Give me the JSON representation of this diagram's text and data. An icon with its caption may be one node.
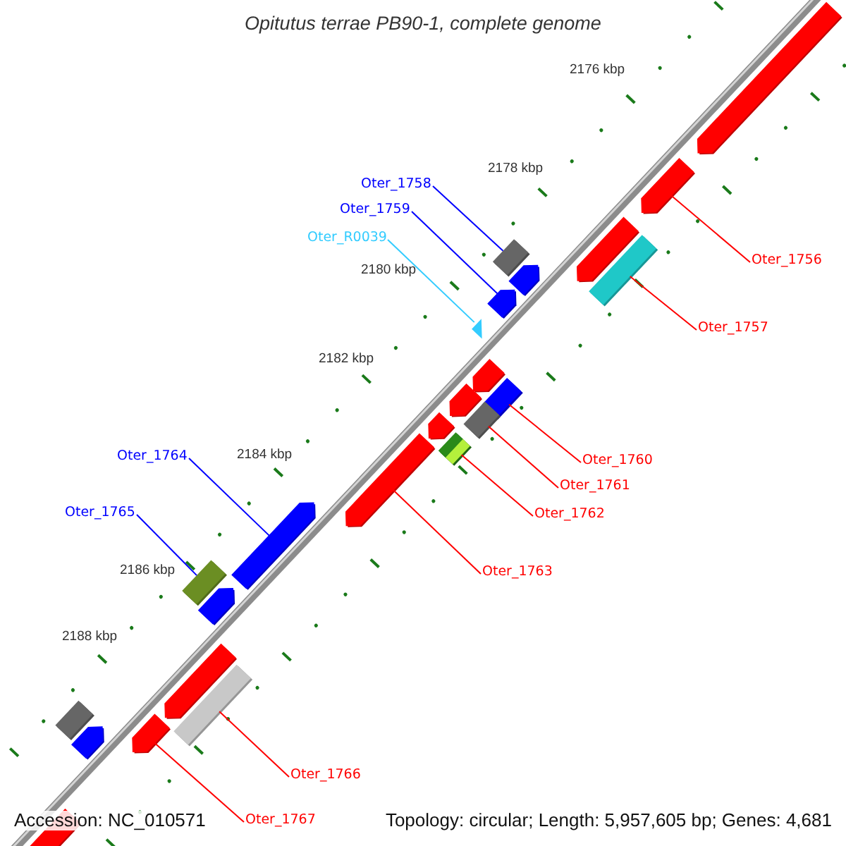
{
  "diagram": {
    "title": "Opitutus terrae PB90-1, complete genome",
    "nodes": [
      {
        "text": [
          "Oter_1758"
        ]
      },
      {
        "text": [
          "Oter_1759"
        ]
      },
      {
        "text": [
          "Oter_R0039"
        ]
      },
      {
        "text": [
          "Oter_1756"
        ]
      },
      {
        "text": [
          "Oter_1757"
        ]
      },
      {
        "text": [
          "Oter_1764"
        ]
      },
      {
        "text": [
          "Oter_1760"
        ]
      },
      {
        "text": [
          "Oter_1761"
        ]
      },
      {
        "text": [
          "Oter_1765"
        ]
      },
      {
        "text": [
          "Oter_1762"
        ]
      },
      {
        "text": [
          "Oter_1763"
        ]
      },
      {
        "text": [
          "Oter_1766"
        ]
      },
      {
        "text": [
          "Oter_1767"
        ]
      },
      {
        "text": [],
        "shape": "arrow"
      },
      {
        "text": [],
        "shape": "arrow"
      },
      {
        "text": [],
        "shape": "arrow"
      },
      {
        "text": [],
        "shape": "bar"
      },
      {
        "text": [],
        "shape": "bar"
      },
      {
        "text": [],
        "shape": "arrow"
      },
      {
        "text": [],
        "shape": "arrow"
      },
      {
        "text": [],
        "shape": "triangle"
      },
      {
        "text": [],
        "shape": "arrow"
      },
      {
        "text": [],
        "shape": "bar"
      },
      {
        "text": [],
        "shape": "arrow"
      },
      {
        "text": [],
        "shape": "bar"
      },
      {
        "text": [],
        "shape": "arrow"
      },
      {
        "text": [],
        "shape": "bar"
      },
      {
        "text": [],
        "shape": "arrow"
      },
      {
        "text": [],
        "shape": "arrow"
      },
      {
        "text": [],
        "shape": "bar"
      },
      {
        "text": [],
        "shape": "arrow"
      },
      {
        "text": [],
        "shape": "arrow"
      },
      {
        "text": [],
        "shape": "bar"
      },
      {
        "text": [],
        "shape": "arrow"
      },
      {
        "text": [],
        "shape": "bar"
      },
      {
        "text": [],
        "shape": "arrow"
      },
      {
        "text": [],
        "shape": "arrow"
      }
    ],
    "edges": [
      {
        "from": 0,
        "to": 17,
        "arrow": "none",
        "color": "#0000ff"
      },
      {
        "from": 1,
        "to": 19,
        "arrow": "none",
        "color": "#0000ff"
      },
      {
        "from": 2,
        "to": 20,
        "arrow": "none",
        "color": "#33ccff"
      },
      {
        "from": 3,
        "to": 14,
        "arrow": "none"
      },
      {
        "from": 4,
        "to": 16,
        "arrow": "none"
      },
      {
        "from": 5,
        "to": 28,
        "arrow": "none",
        "color": "#0000ff"
      },
      {
        "from": 6,
        "to": 22,
        "arrow": "none"
      },
      {
        "from": 7,
        "to": 24,
        "arrow": "none"
      },
      {
        "from": 8,
        "to": 29,
        "arrow": "none",
        "color": "#0000ff"
      },
      {
        "from": 9,
        "to": 26,
        "arrow": "none"
      },
      {
        "from": 10,
        "to": 27,
        "arrow": "none"
      },
      {
        "from": 11,
        "to": 32,
        "arrow": "none"
      },
      {
        "from": 12,
        "to": 33,
        "arrow": "none"
      }
    ],
    "labels": [
      "2176 kbp",
      "2178 kbp",
      "2180 kbp",
      "2182 kbp",
      "2184 kbp",
      "2186 kbp",
      "2188 kbp",
      "Accession: NC_010571",
      "Topology: circular; Length: 5,957,605 bp; Genes: 4,681"
    ]
  }
}
